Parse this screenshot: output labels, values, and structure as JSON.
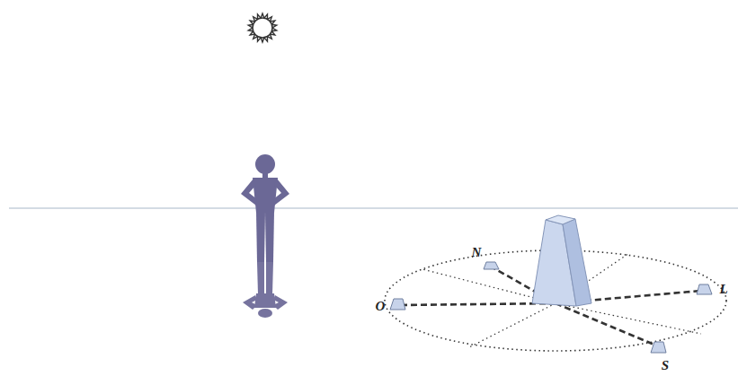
{
  "diagram": {
    "labels": [
      "N",
      "O",
      "L",
      "S"
    ]
  }
}
